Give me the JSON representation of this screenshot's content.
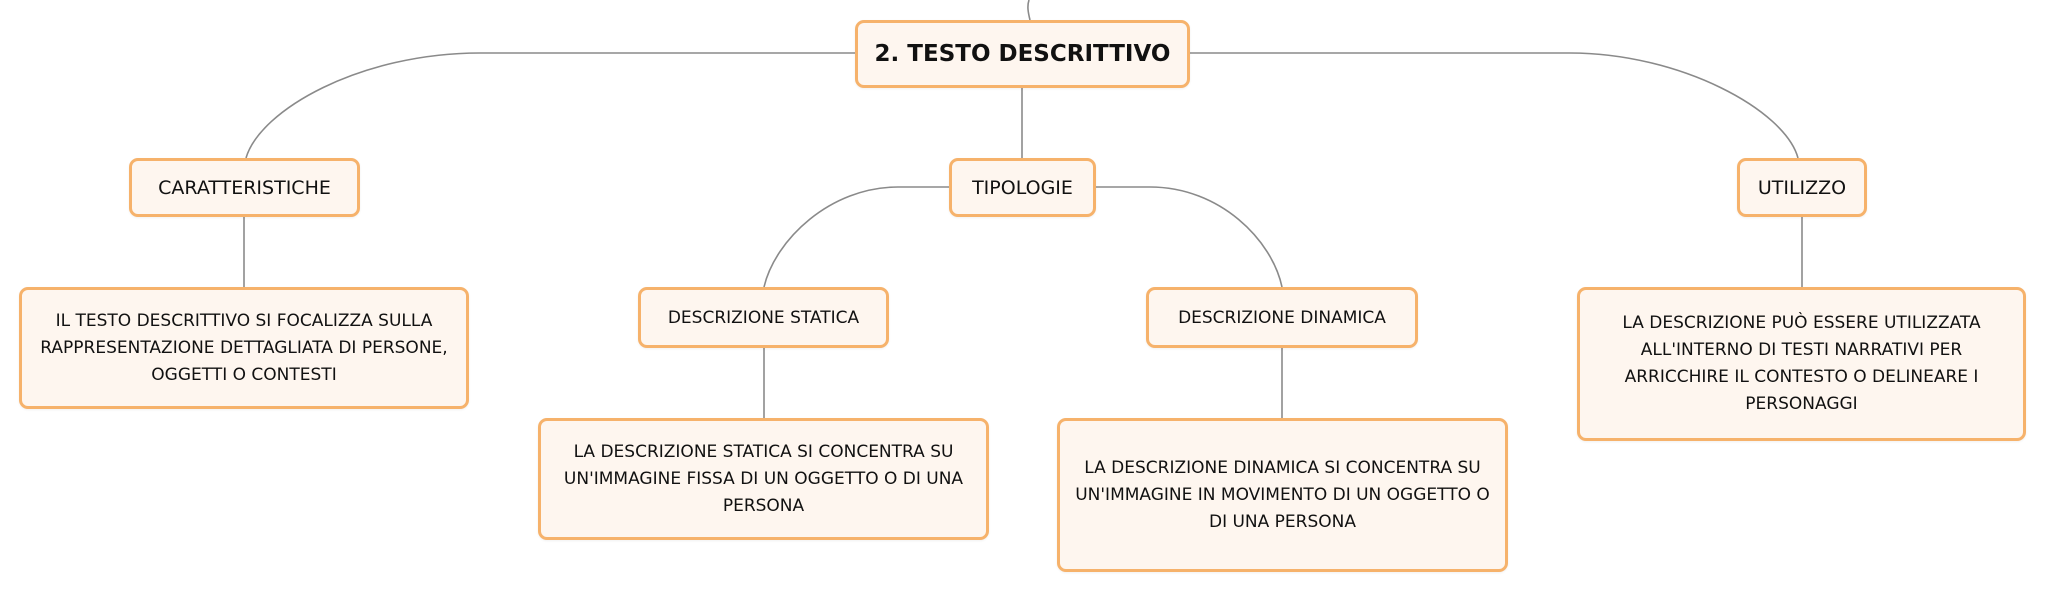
{
  "root": {
    "label": "2. TESTO DESCRITTIVO"
  },
  "branches": {
    "caratteristiche": {
      "label": "CARATTERISTICHE",
      "description": "IL TESTO DESCRITTIVO SI FOCALIZZA SULLA RAPPRESENTAZIONE DETTAGLIATA DI PERSONE, OGGETTI O CONTESTI"
    },
    "tipologie": {
      "label": "TIPOLOGIE",
      "statica": {
        "label": "DESCRIZIONE STATICA",
        "description": "LA DESCRIZIONE STATICA SI CONCENTRA SU UN'IMMAGINE FISSA DI UN OGGETTO O DI UNA PERSONA"
      },
      "dinamica": {
        "label": "DESCRIZIONE DINAMICA",
        "description": "LA DESCRIZIONE DINAMICA SI CONCENTRA SU UN'IMMAGINE IN MOVIMENTO DI UN OGGETTO O DI UNA PERSONA"
      }
    },
    "utilizzo": {
      "label": "UTILIZZO",
      "description": "LA DESCRIZIONE PUÒ ESSERE UTILIZZATA ALL'INTERNO DI TESTI NARRATIVI PER ARRICCHIRE IL CONTESTO O DELINEARE I PERSONAGGI"
    }
  },
  "colors": {
    "node_border": "#f6b26b",
    "node_fill": "#fef6ef",
    "connector": "#8a8a8a",
    "text": "#111111"
  }
}
